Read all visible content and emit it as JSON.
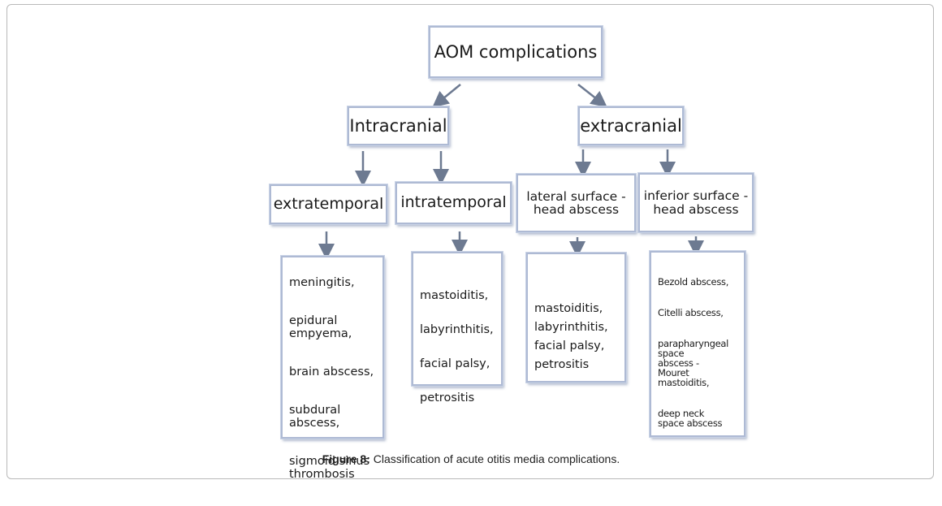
{
  "root": {
    "label": "AOM complications"
  },
  "level1": [
    {
      "label": "Intracranial"
    },
    {
      "label": "extracranial"
    }
  ],
  "level2": [
    {
      "label": "extratemporal"
    },
    {
      "label": "intratemporal"
    },
    {
      "label": "lateral surface -\nhead abscess"
    },
    {
      "label": "inferior surface -\nhead abscess"
    }
  ],
  "level3": [
    {
      "items": [
        "meningitis,",
        "epidural\nempyema,",
        "brain abscess,",
        "subdural\nabscess,",
        "sigmoid sinus\nthrombosis"
      ]
    },
    {
      "items": [
        "mastoiditis,",
        "labyrinthitis,",
        "facial palsy,",
        "petrositis"
      ]
    },
    {
      "items": [
        "mastoiditis,\nlabyrinthitis,\nfacial palsy,\npetrositis"
      ]
    },
    {
      "items": [
        "Bezold abscess,",
        "Citelli abscess,",
        "parapharyngeal\nspace\nabscess -\nMouret mastoiditis,",
        "deep neck\nspace abscess"
      ]
    }
  ],
  "caption": {
    "label": "Figure 8:",
    "text": " Classification of acute otitis media complications."
  },
  "colors": {
    "box_border": "#aebad4",
    "arrow": "#6d7a91"
  }
}
